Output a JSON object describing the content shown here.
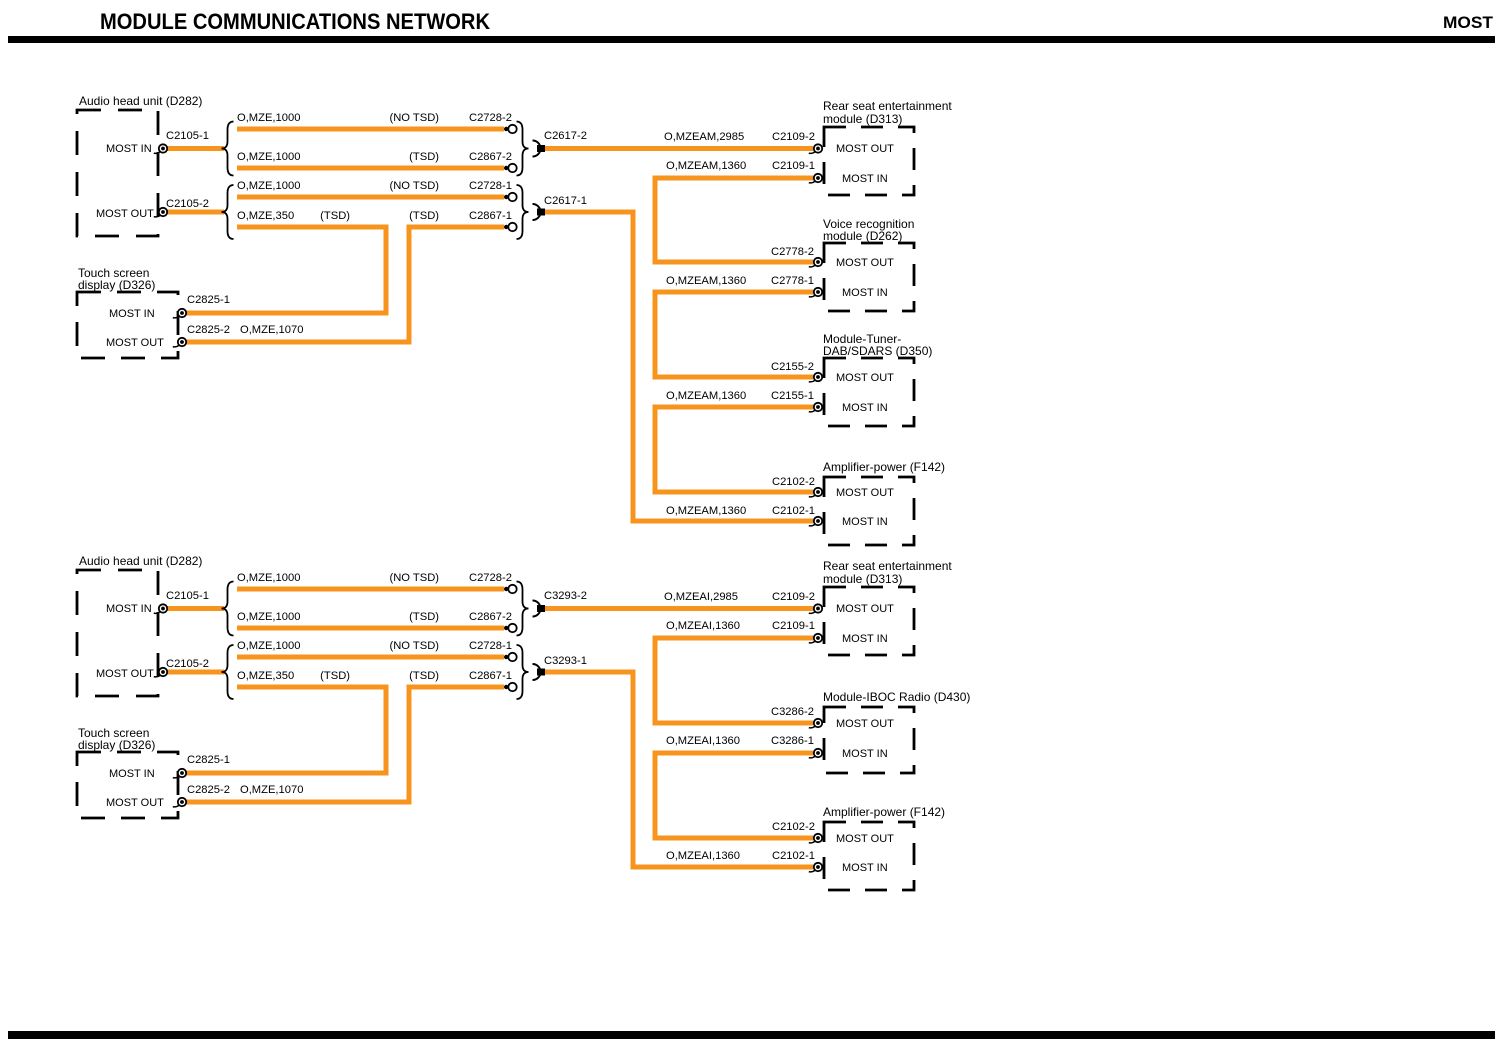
{
  "header": {
    "title": "MODULE COMMUNICATIONS NETWORK",
    "corner_label": "MOST"
  },
  "colors": {
    "wire": "#F7941D"
  },
  "net1": {
    "head_unit": {
      "title": "Audio head unit (D282)",
      "in_label": "MOST IN",
      "out_label": "MOST OUT",
      "in_conn": "C2105-1",
      "out_conn": "C2105-2"
    },
    "rows": [
      {
        "wire": "O,MZE,1000",
        "cond": "(NO TSD)",
        "conn": "C2728-2"
      },
      {
        "wire": "O,MZE,1000",
        "cond": "(TSD)",
        "conn": "C2867-2"
      },
      {
        "wire": "O,MZE,1000",
        "cond": "(NO TSD)",
        "conn": "C2728-1"
      },
      {
        "wire": "O,MZE,350",
        "cond_mid": "(TSD)",
        "cond": "(TSD)",
        "conn": "C2867-1"
      }
    ],
    "junction_in": "C2617-2",
    "junction_out": "C2617-1",
    "touch_screen": {
      "title_line1": "Touch screen",
      "title_line2": "display (D326)",
      "in_label": "MOST IN",
      "out_label": "MOST OUT",
      "in_conn": "C2825-1",
      "out_conn": "C2825-2",
      "out_wire": "O,MZE,1070"
    },
    "modules": [
      {
        "title_line1": "Rear seat entertainment",
        "title_line2": "module (D313)",
        "out_label": "MOST OUT",
        "in_label": "MOST IN",
        "out_conn": "C2109-2",
        "in_conn": "C2109-1",
        "out_wire": "O,MZEAM,2985",
        "in_wire": "O,MZEAM,1360"
      },
      {
        "title_line1": "Voice recognition",
        "title_line2": "module (D262)",
        "out_label": "MOST OUT",
        "in_label": "MOST IN",
        "out_conn": "C2778-2",
        "in_conn": "C2778-1",
        "in_wire": "O,MZEAM,1360"
      },
      {
        "title_line1": "Module-Tuner-",
        "title_line2": "DAB/SDARS (D350)",
        "out_label": "MOST OUT",
        "in_label": "MOST IN",
        "out_conn": "C2155-2",
        "in_conn": "C2155-1",
        "in_wire": "O,MZEAM,1360"
      },
      {
        "title_line1": "Amplifier-power (F142)",
        "out_label": "MOST OUT",
        "in_label": "MOST IN",
        "out_conn": "C2102-2",
        "in_conn": "C2102-1",
        "in_wire": "O,MZEAM,1360"
      }
    ]
  },
  "net2": {
    "head_unit": {
      "title": "Audio head unit (D282)",
      "in_label": "MOST IN",
      "out_label": "MOST OUT",
      "in_conn": "C2105-1",
      "out_conn": "C2105-2"
    },
    "rows": [
      {
        "wire": "O,MZE,1000",
        "cond": "(NO TSD)",
        "conn": "C2728-2"
      },
      {
        "wire": "O,MZE,1000",
        "cond": "(TSD)",
        "conn": "C2867-2"
      },
      {
        "wire": "O,MZE,1000",
        "cond": "(NO TSD)",
        "conn": "C2728-1"
      },
      {
        "wire": "O,MZE,350",
        "cond_mid": "(TSD)",
        "cond": "(TSD)",
        "conn": "C2867-1"
      }
    ],
    "junction_in": "C3293-2",
    "junction_out": "C3293-1",
    "touch_screen": {
      "title_line1": "Touch screen",
      "title_line2": "display (D326)",
      "in_label": "MOST IN",
      "out_label": "MOST OUT",
      "in_conn": "C2825-1",
      "out_conn": "C2825-2",
      "out_wire": "O,MZE,1070"
    },
    "modules": [
      {
        "title_line1": "Rear seat entertainment",
        "title_line2": "module (D313)",
        "out_label": "MOST OUT",
        "in_label": "MOST IN",
        "out_conn": "C2109-2",
        "in_conn": "C2109-1",
        "out_wire": "O,MZEAI,2985",
        "in_wire": "O,MZEAI,1360"
      },
      {
        "title_line1": "Module-IBOC Radio (D430)",
        "out_label": "MOST OUT",
        "in_label": "MOST IN",
        "out_conn": "C3286-2",
        "in_conn": "C3286-1",
        "in_wire": "O,MZEAI,1360"
      },
      {
        "title_line1": "Amplifier-power (F142)",
        "out_label": "MOST OUT",
        "in_label": "MOST IN",
        "out_conn": "C2102-2",
        "in_conn": "C2102-1",
        "in_wire": "O,MZEAI,1360"
      }
    ]
  }
}
